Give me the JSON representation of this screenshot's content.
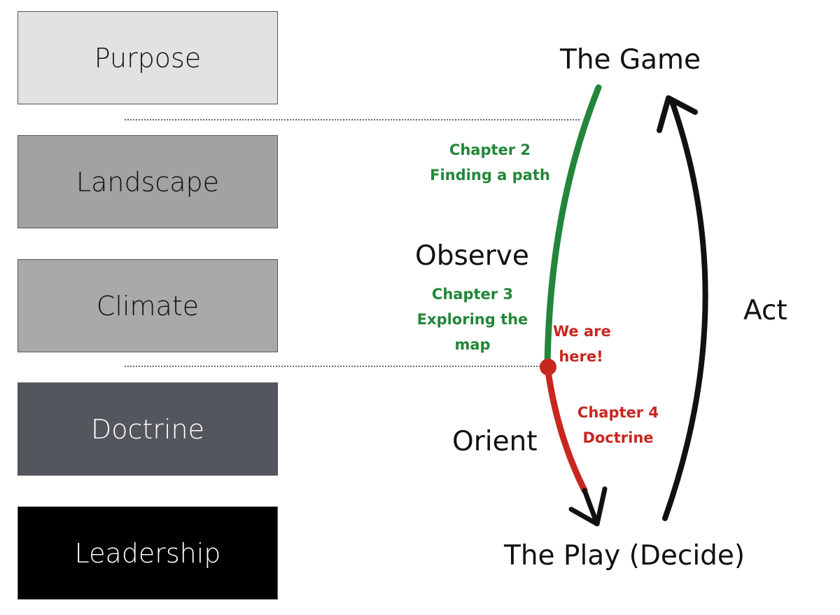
{
  "layers": [
    {
      "label": "Purpose",
      "color": "#e2e2e2",
      "text_color": "#111111"
    },
    {
      "label": "Landscape",
      "color": "#a0a3a2",
      "text_color": "#111111"
    },
    {
      "label": "Climate",
      "color": "#a8a9a8",
      "text_color": "#111111"
    },
    {
      "label": "Doctrine",
      "color": "#53575d",
      "text_color": "#ffffff"
    },
    {
      "label": "Leadership",
      "color": "#000000",
      "text_color": "#ffffff"
    }
  ],
  "cycle": {
    "top": "The Game",
    "observe": "Observe",
    "orient": "Orient",
    "act": "Act",
    "bottom": "The Play (Decide)"
  },
  "annotations": {
    "chapter2": {
      "line1": "Chapter 2",
      "line2": "Finding a path"
    },
    "chapter3": {
      "line1": "Chapter 3",
      "line2": "Exploring the",
      "line3": "map"
    },
    "here": {
      "line1": "We are",
      "line2": "here!"
    },
    "chapter4": {
      "line1": "Chapter 4",
      "line2": "Doctrine"
    }
  },
  "colors": {
    "green": "#23863a",
    "red": "#c8271f",
    "black": "#111111"
  }
}
